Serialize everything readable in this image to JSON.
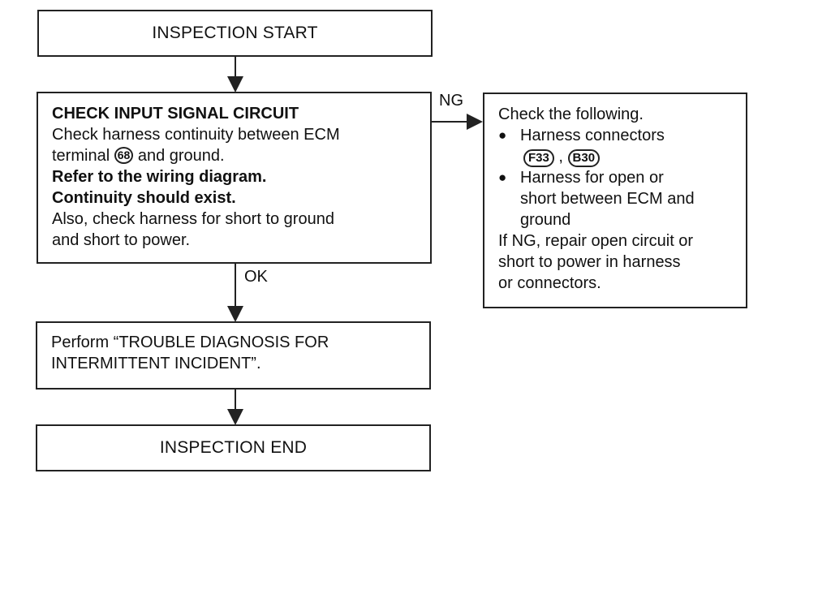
{
  "start": "INSPECTION START",
  "check": {
    "title": "CHECK INPUT SIGNAL CIRCUIT",
    "line1": "Check harness continuity between ECM",
    "line2_pre": "terminal",
    "terminal": "68",
    "line2_post": "and ground.",
    "ref": "Refer to the wiring diagram.",
    "cont": "Continuity should exist.",
    "also1": "Also, check harness for short to ground",
    "also2": "and short to power."
  },
  "ng_label": "NG",
  "ok_label": "OK",
  "ng_box": {
    "intro": "Check the following.",
    "bullet1": "Harness connectors",
    "connector1": "F33",
    "sep": ",",
    "connector2": "B30",
    "bullet2_l1": "Harness for open or",
    "bullet2_l2": "short between ECM and",
    "bullet2_l3": "ground",
    "repair1": "If NG, repair open circuit or",
    "repair2": "short to power in harness",
    "repair3": "or connectors."
  },
  "perform": {
    "line1": "Perform “TROUBLE DIAGNOSIS FOR",
    "line2": "INTERMITTENT INCIDENT”."
  },
  "end": "INSPECTION END"
}
